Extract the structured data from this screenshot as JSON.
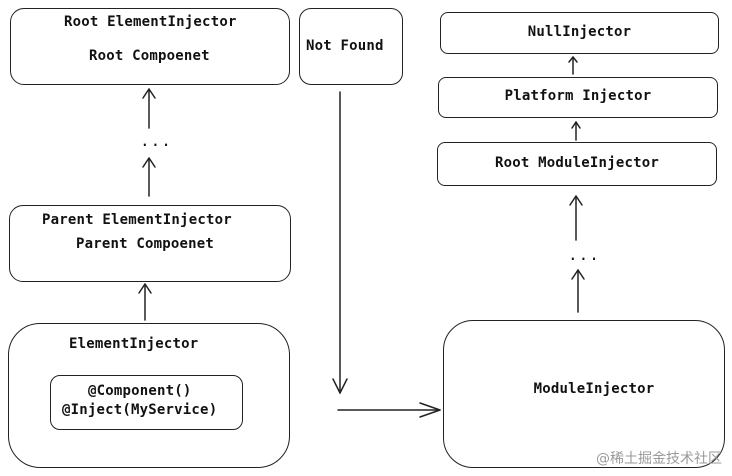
{
  "left": {
    "root_title": "Root ElementInjector",
    "root_sub": "Root Compoenet",
    "dots_upper": "...",
    "parent_title": "Parent ElementInjector",
    "parent_sub": "Parent Compoenet",
    "element_title": "ElementInjector",
    "component_line1": "@Component()",
    "component_line2": "@Inject(MyService)"
  },
  "middle": {
    "not_found": "Not Found"
  },
  "right": {
    "null_injector": "NullInjector",
    "platform_injector": "Platform Injector",
    "root_module_injector": "Root ModuleInjector",
    "dots": "...",
    "module_injector": "ModuleInjector"
  },
  "watermark": "@稀土掘金技术社区"
}
